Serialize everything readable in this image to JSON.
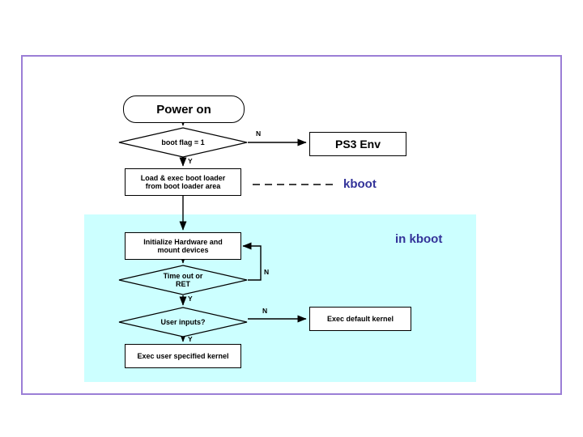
{
  "diagram": {
    "title_terminator": "Power on",
    "nodes": {
      "boot_flag": "boot flag = 1",
      "load_exec": "Load & exec boot loader\nfrom boot loader area",
      "ps3_env": "PS3 Env",
      "init_hw": "Initialize Hardware and\nmount devices",
      "timeout": "Time out or\nRET",
      "user_inputs": "User inputs?",
      "exec_default_kernel": "Exec default kernel",
      "exec_user_kernel": "Exec user specified kernel"
    },
    "labels": {
      "kboot": "kboot",
      "in_kboot": "in kboot"
    },
    "branches": {
      "bootflag_n": "N",
      "bootflag_y": "Y",
      "timeout_n": "N",
      "timeout_y": "Y",
      "userin_n": "N",
      "userin_y": "Y"
    },
    "colors": {
      "frame": "#9b7ed6",
      "region": "#ccffff",
      "blue_text": "#333399",
      "stroke": "#000000"
    }
  }
}
